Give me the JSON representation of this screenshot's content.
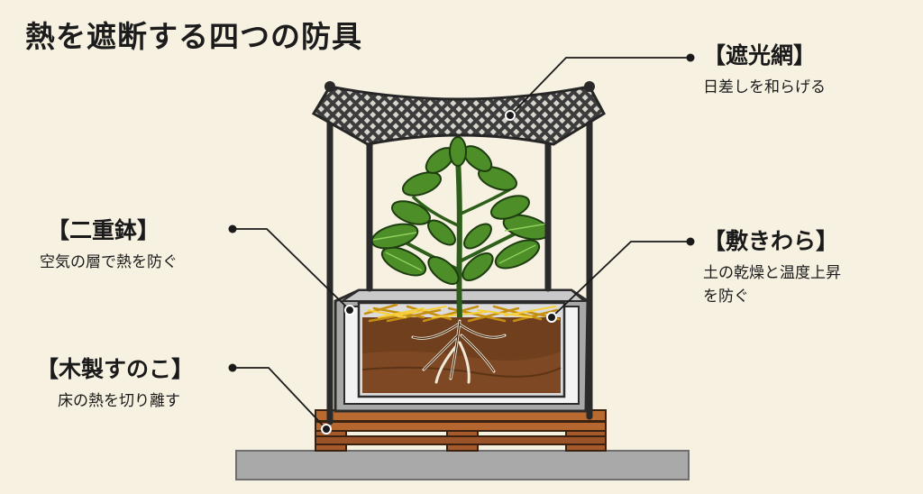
{
  "title": "熱を遮断する四つの防具",
  "callouts": {
    "shade_net": {
      "name": "【遮光網】",
      "desc": "日差しを和らげる"
    },
    "double_pot": {
      "name": "【二重鉢】",
      "desc": "空気の層で熱を防ぐ"
    },
    "straw_mulch": {
      "name": "【敷きわら】",
      "desc_line1": "土の乾燥と温度上昇",
      "desc_line2": "を防ぐ"
    },
    "wooden_pallet": {
      "name": "【木製すのこ】",
      "desc": "床の熱を切り離す"
    }
  },
  "colors": {
    "background": "#f7f1e1",
    "soil": "#6f3f1e",
    "straw": "#f2c22a",
    "leaf": "#4d8e28",
    "wood": "#a65a2c",
    "pot_outer": "#a8a8a8",
    "pot_inner": "#dcdcdc",
    "net": "#3a3a3a",
    "ground": "#a9a9a9"
  }
}
